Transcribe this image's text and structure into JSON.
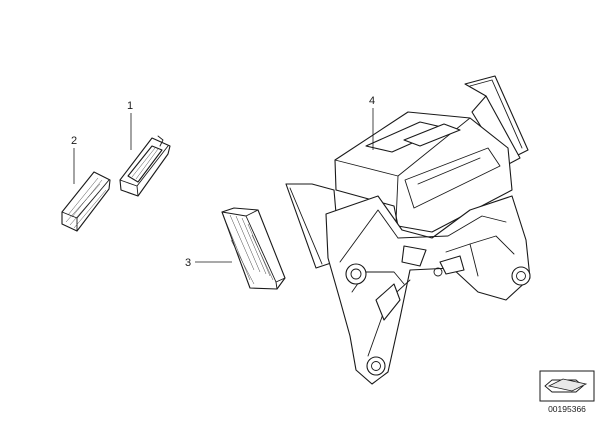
{
  "diagram": {
    "callouts": [
      {
        "id": "1",
        "label": "1"
      },
      {
        "id": "2",
        "label": "2"
      },
      {
        "id": "3",
        "label": "3"
      },
      {
        "id": "4",
        "label": "4"
      }
    ],
    "reference_number": "00195366",
    "icons": [
      "next-arrow-icon"
    ]
  }
}
